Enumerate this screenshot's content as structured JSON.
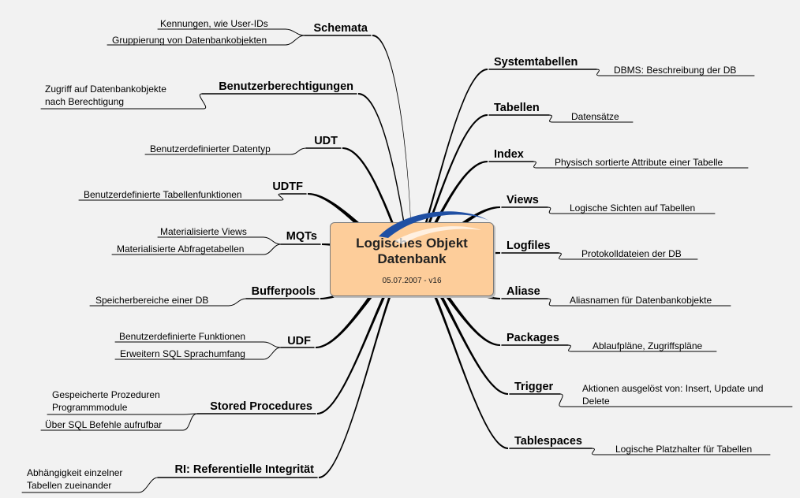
{
  "center": {
    "title_line1": "Logisches Objekt",
    "title_line2": "Datenbank",
    "subtitle": "05.07.2007 - v16"
  },
  "left_branches": [
    {
      "label": "Schemata",
      "leaves": [
        "Kennungen, wie User-IDs",
        "Gruppierung von Datenbankobjekten"
      ]
    },
    {
      "label": "Benutzerberechtigungen",
      "leaves": [
        "Zugriff auf Datenbankobjekte\nnach Berechtigung"
      ]
    },
    {
      "label": "UDT",
      "leaves": [
        "Benutzerdefinierter Datentyp"
      ]
    },
    {
      "label": "UDTF",
      "leaves": [
        "Benutzerdefinierte Tabellenfunktionen"
      ]
    },
    {
      "label": "MQTs",
      "leaves": [
        "Materialisierte Views",
        "Materialisierte Abfragetabellen"
      ]
    },
    {
      "label": "Bufferpools",
      "leaves": [
        "Speicherbereiche einer DB"
      ]
    },
    {
      "label": "UDF",
      "leaves": [
        "Benutzerdefinierte Funktionen",
        "Erweitern SQL Sprachumfang"
      ]
    },
    {
      "label": "Stored Procedures",
      "leaves": [
        "Gespeicherte Prozeduren\nProgrammmodule",
        "Über SQL Befehle aufrufbar"
      ]
    },
    {
      "label": "RI: Referentielle Integrität",
      "leaves": [
        "Abhängigkeit einzelner\nTabellen zueinander"
      ]
    }
  ],
  "right_branches": [
    {
      "label": "Systemtabellen",
      "leaves": [
        "DBMS: Beschreibung der DB"
      ]
    },
    {
      "label": "Tabellen",
      "leaves": [
        "Datensätze"
      ]
    },
    {
      "label": "Index",
      "leaves": [
        "Physisch sortierte Attribute einer Tabelle"
      ]
    },
    {
      "label": "Views",
      "leaves": [
        "Logische Sichten auf Tabellen"
      ]
    },
    {
      "label": "Logfiles",
      "leaves": [
        "Protokolldateien der DB"
      ]
    },
    {
      "label": "Aliase",
      "leaves": [
        "Aliasnamen für Datenbankobjekte"
      ]
    },
    {
      "label": "Packages",
      "leaves": [
        "Ablaufpläne, Zugriffspläne"
      ]
    },
    {
      "label": "Trigger",
      "leaves": [
        "Aktionen ausgelöst von: Insert, Update und\nDelete"
      ]
    },
    {
      "label": "Tablespaces",
      "leaves": [
        "Logische Platzhalter für Tabellen"
      ]
    }
  ],
  "colors": {
    "background": "#f2f2f2",
    "center_fill": "#fdcd9a",
    "swoosh": "#1f4fa3",
    "line": "#000000"
  }
}
